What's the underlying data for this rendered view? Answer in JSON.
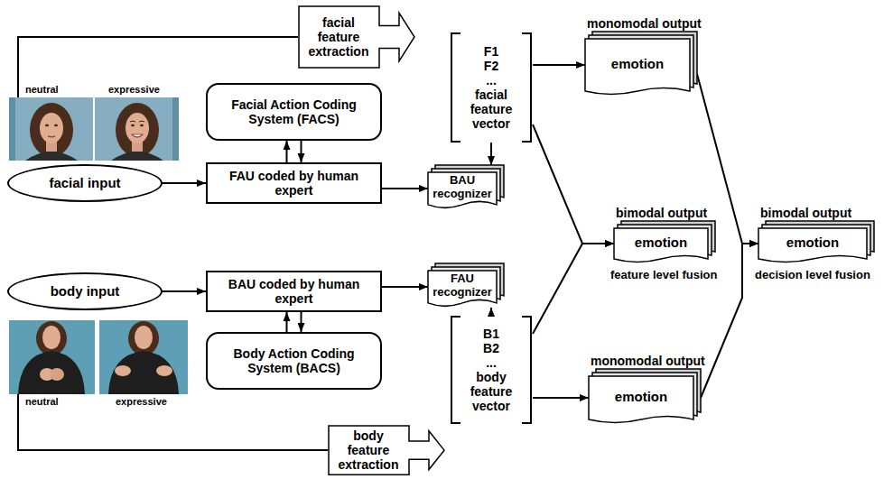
{
  "diagram": {
    "nodes": [
      {
        "text": [
          "facial feature extraction"
        ]
      },
      {
        "text": [
          "Facial Action Coding System (FACS)"
        ]
      },
      {
        "text": [
          "F1",
          "F2",
          "...",
          "facial feature vector"
        ]
      },
      {
        "text": [
          "monomodal output",
          "emotion"
        ]
      },
      {
        "text": [
          "facial input"
        ]
      },
      {
        "text": [
          "FAU coded by human expert"
        ]
      },
      {
        "text": [
          "BAU recognizer"
        ]
      },
      {
        "text": [
          "bimodal output",
          "emotion"
        ]
      },
      {
        "text": [
          "bimodal output",
          "emotion"
        ]
      },
      {
        "text": [
          "FAU recognizer"
        ]
      },
      {
        "text": [
          "body input"
        ]
      },
      {
        "text": [
          "BAU coded by human expert"
        ]
      },
      {
        "text": [
          "Body Action Coding System (BACS)"
        ]
      },
      {
        "text": [
          "B1",
          "B2",
          "...",
          "body feature vector"
        ]
      },
      {
        "text": [
          "monomodal output",
          "emotion"
        ]
      },
      {
        "text": [
          "body feature extraction"
        ]
      }
    ],
    "edges": [
      {
        "from": 4,
        "to": 5,
        "arrow": "to"
      },
      {
        "from": 1,
        "to": 5,
        "arrow": "to"
      },
      {
        "from": 5,
        "to": 1,
        "arrow": "to"
      },
      {
        "from": 5,
        "to": 6,
        "arrow": "to"
      },
      {
        "from": 2,
        "to": 6,
        "arrow": "to"
      },
      {
        "from": 10,
        "to": 11,
        "arrow": "to"
      },
      {
        "from": 12,
        "to": 11,
        "arrow": "to"
      },
      {
        "from": 11,
        "to": 12,
        "arrow": "to"
      },
      {
        "from": 11,
        "to": 9,
        "arrow": "to"
      },
      {
        "from": 13,
        "to": 9,
        "arrow": "to"
      },
      {
        "from": 2,
        "to": 3,
        "arrow": "to"
      },
      {
        "from": 13,
        "to": 14,
        "arrow": "to"
      },
      {
        "from": 2,
        "to": 7,
        "arrow": "to"
      },
      {
        "from": 13,
        "to": 7,
        "arrow": "to"
      },
      {
        "from": 3,
        "to": 8,
        "arrow": "to"
      },
      {
        "from": 14,
        "to": 8,
        "arrow": "to"
      }
    ],
    "labels": [
      "neutral",
      "expressive",
      "neutral",
      "expressive",
      "feature level fusion",
      "decision level fusion"
    ]
  }
}
